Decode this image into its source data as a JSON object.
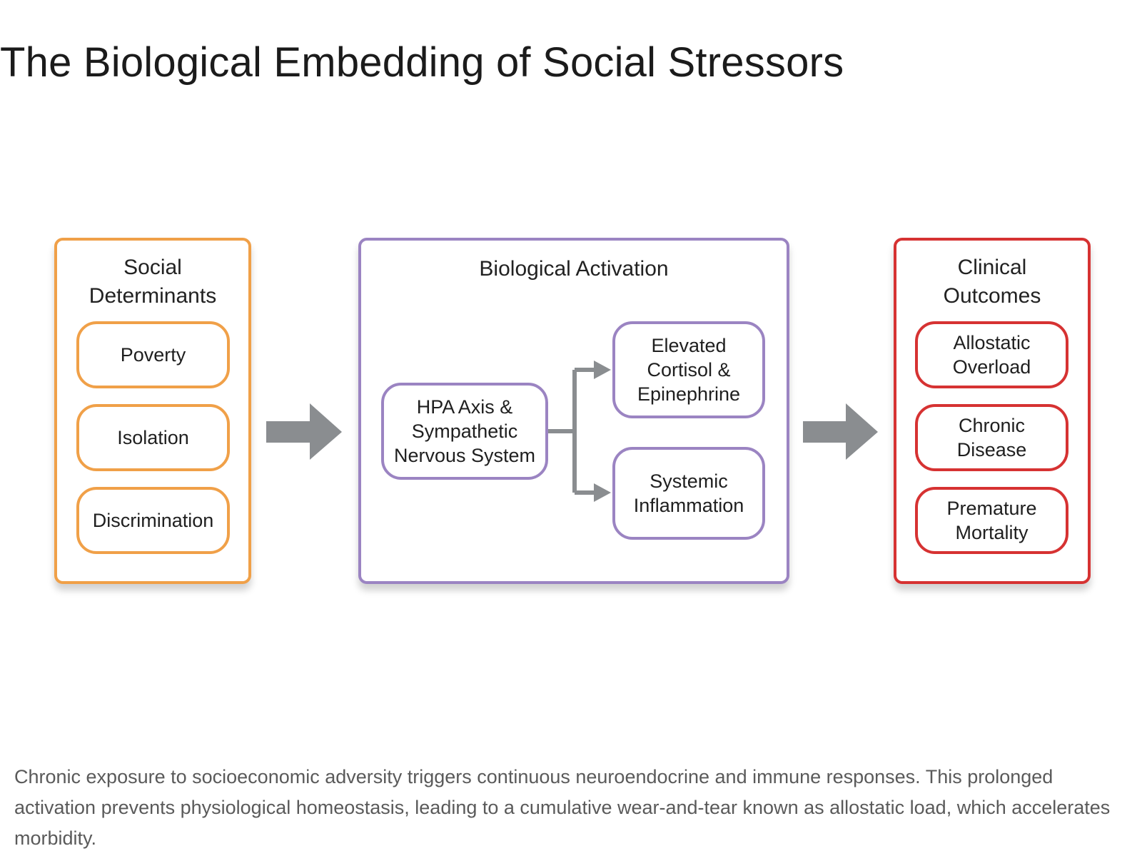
{
  "title": "The Biological Embedding of Social Stressors",
  "colors": {
    "social": "#f0a048",
    "biological": "#9b84c2",
    "clinical": "#d63232",
    "arrow": "#8a8d90"
  },
  "panels": {
    "social": {
      "title": "Social\nDeterminants",
      "items": [
        "Poverty",
        "Isolation",
        "Discrimination"
      ]
    },
    "biological": {
      "title": "Biological Activation",
      "source": "HPA Axis &\nSympathetic\nNervous System",
      "targets": [
        "Elevated\nCortisol &\nEpinephrine",
        "Systemic\nInflammation"
      ]
    },
    "clinical": {
      "title": "Clinical\nOutcomes",
      "items": [
        "Allostatic\nOverload",
        "Chronic\nDisease",
        "Premature\nMortality"
      ]
    }
  },
  "caption": "Chronic exposure to socioeconomic adversity triggers continuous neuroendocrine and immune responses. This prolonged activation prevents physiological homeostasis, leading to a cumulative wear-and-tear known as allostatic load, which accelerates morbidity."
}
